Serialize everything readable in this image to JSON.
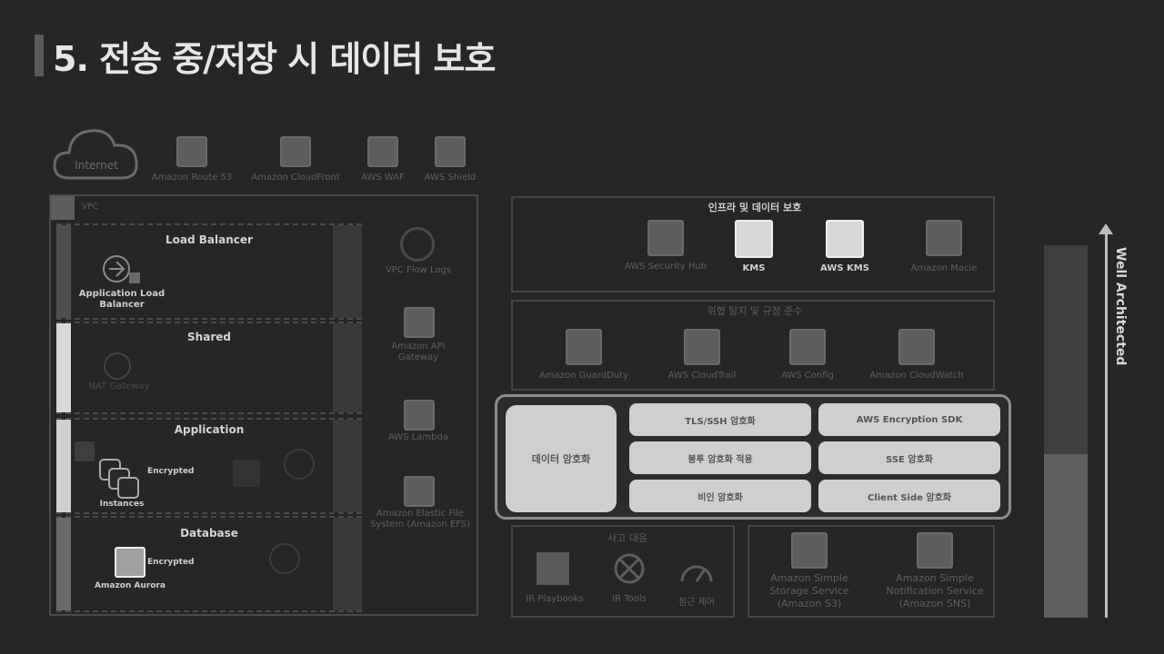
{
  "title": "5. 전송 중/저장 시 데이터 보호",
  "top_services": {
    "internet": "Internet",
    "items": [
      "Amazon Route 53",
      "Amazon CloudFront",
      "AWS WAF",
      "AWS Shield"
    ]
  },
  "vpc": {
    "label": "VPC",
    "subnets": [
      {
        "title": "Load Balancer",
        "items": [
          "Application Load Balancer"
        ]
      },
      {
        "title": "Shared",
        "items": [
          "NAT Gateway"
        ]
      },
      {
        "title": "Application",
        "items": [
          "Instances",
          "Encrypted"
        ]
      },
      {
        "title": "Database",
        "items": [
          "Amazon Aurora",
          "Encrypted"
        ]
      }
    ],
    "side_services": [
      "VPC Flow Logs",
      "Amazon API Gateway",
      "AWS Lambda",
      "Amazon Elastic File System (Amazon EFS)"
    ]
  },
  "top_panel": {
    "title": "인프라 및 데이터 보호",
    "items": [
      "AWS Security Hub",
      "KMS",
      "AWS KMS",
      "Amazon Macie"
    ]
  },
  "mid_panel": {
    "title": "위협 탐지 및 규정 준수",
    "items": [
      "Amazon GuardDuty",
      "AWS CloudTrail",
      "AWS Config",
      "Amazon CloudWatch"
    ]
  },
  "center": {
    "main": "데이터 암호화",
    "pills": [
      "TLS/SSH 암호화",
      "AWS Encryption SDK",
      "봉투 암호화 적용",
      "SSE 암호화",
      "비인 암호화",
      "Client Side 암호화"
    ]
  },
  "bottom_left": {
    "title": "사고 대응",
    "items": [
      "IR Playbooks",
      "IR Tools",
      "점근 제어"
    ]
  },
  "bottom_right": {
    "items": [
      "Amazon Simple Storage Service (Amazon S3)",
      "Amazon Simple Notification Service (Amazon SNS)"
    ]
  },
  "arch_label": "Well Architected"
}
